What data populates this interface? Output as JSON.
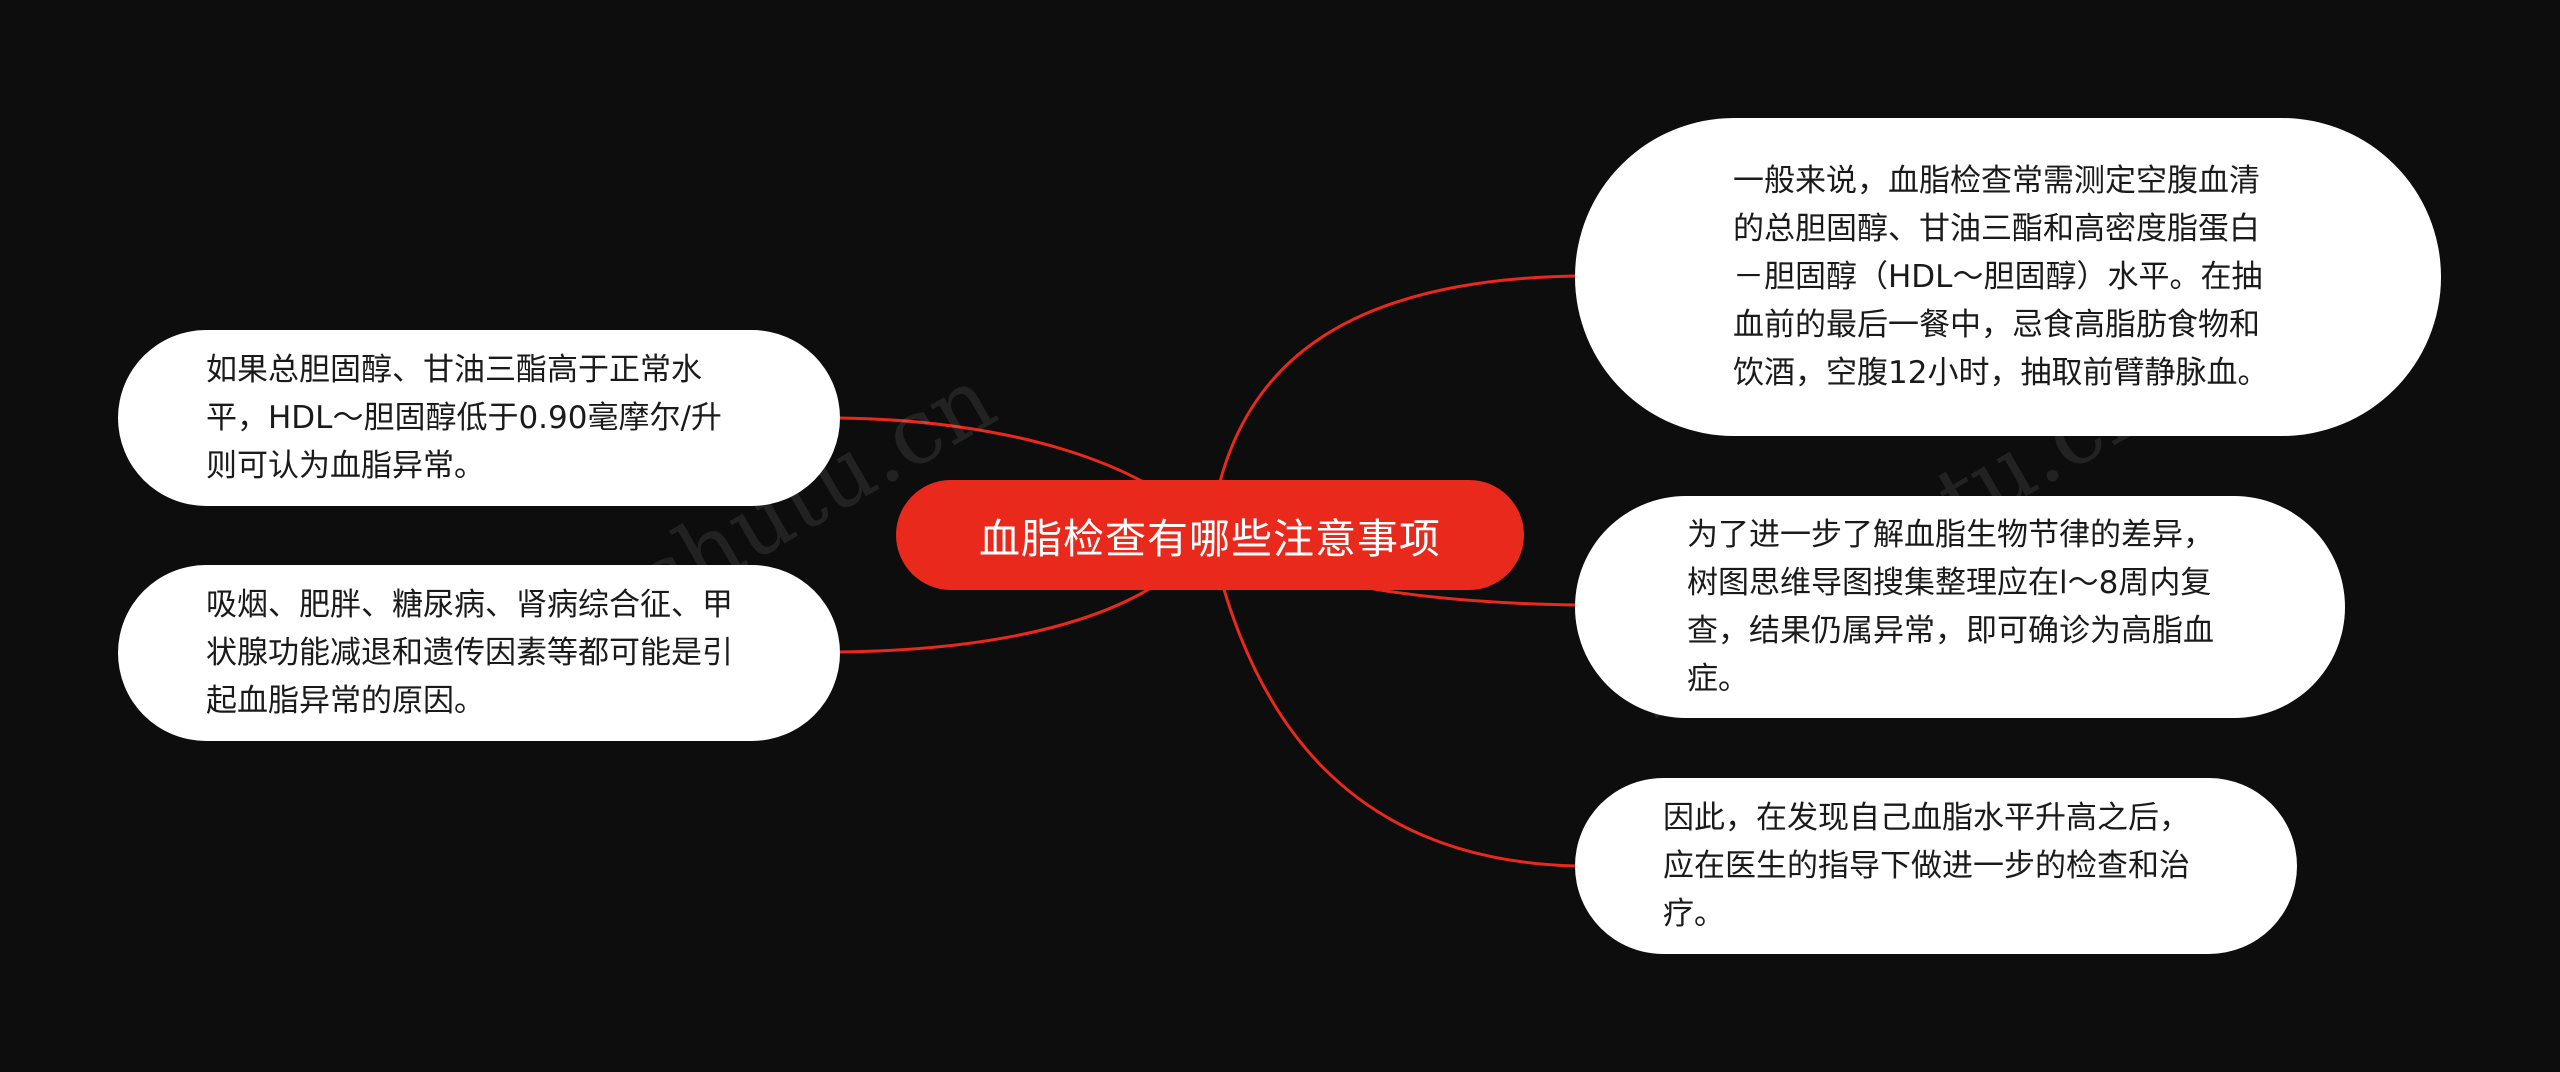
{
  "colors": {
    "background": "#0d0d0d",
    "accent": "#e8291c",
    "node_fill": "#ffffff",
    "node_text": "#1a1a1a",
    "central_text": "#ffffff"
  },
  "central_topic": "血脂检查有哪些注意事项",
  "left_branches": [
    {
      "text": "如果总胆固醇、甘油三酯高于正常水平，HDL～胆固醇低于0.90毫摩尔/升则可认为血脂异常。"
    },
    {
      "text": "吸烟、肥胖、糖尿病、肾病综合征、甲状腺功能减退和遗传因素等都可能是引起血脂异常的原因。"
    }
  ],
  "right_branches": [
    {
      "text": "一般来说，血脂检查常需测定空腹血清的总胆固醇、甘油三酯和高密度脂蛋白－胆固醇（HDL～胆固醇）水平。在抽血前的最后一餐中，忌食高脂肪食物和饮酒，空腹12小时，抽取前臂静脉血。"
    },
    {
      "text": "为了进一步了解血脂生物节律的差异，树图思维导图搜集整理应在l～8周内复查，结果仍属异常，即可确诊为高脂血症。"
    },
    {
      "text": "因此，在发现自己血脂水平升高之后，应在医生的指导下做进一步的检查和治疗。"
    }
  ],
  "watermarks": [
    "树图 shutu.cn",
    "树图 shutu.cn"
  ]
}
